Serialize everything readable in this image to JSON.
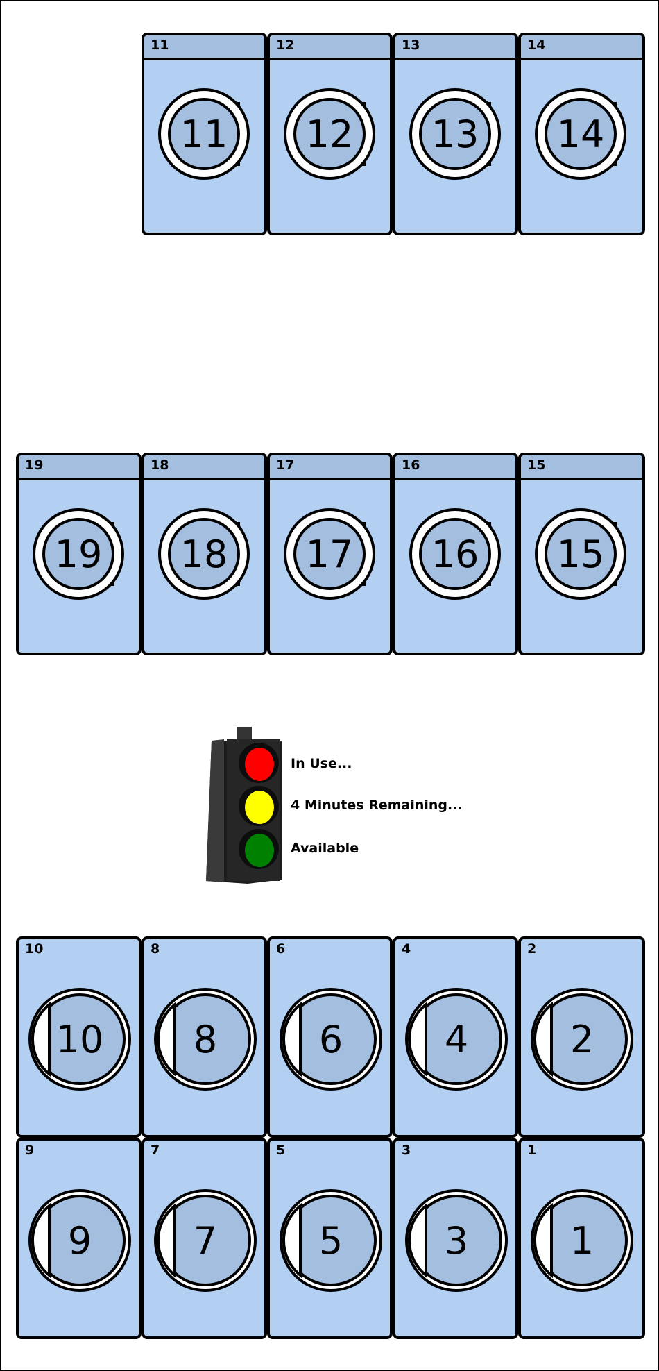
{
  "machines": {
    "dryers_top": [
      {
        "label": "11",
        "number": "11"
      },
      {
        "label": "12",
        "number": "12"
      },
      {
        "label": "13",
        "number": "13"
      },
      {
        "label": "14",
        "number": "14"
      }
    ],
    "dryers_middle": [
      {
        "label": "19",
        "number": "19"
      },
      {
        "label": "18",
        "number": "18"
      },
      {
        "label": "17",
        "number": "17"
      },
      {
        "label": "16",
        "number": "16"
      },
      {
        "label": "15",
        "number": "15"
      }
    ],
    "washers_upper": [
      {
        "label": "10",
        "number": "10"
      },
      {
        "label": "8",
        "number": "8"
      },
      {
        "label": "6",
        "number": "6"
      },
      {
        "label": "4",
        "number": "4"
      },
      {
        "label": "2",
        "number": "2"
      }
    ],
    "washers_lower": [
      {
        "label": "9",
        "number": "9"
      },
      {
        "label": "7",
        "number": "7"
      },
      {
        "label": "5",
        "number": "5"
      },
      {
        "label": "3",
        "number": "3"
      },
      {
        "label": "1",
        "number": "1"
      }
    ]
  },
  "legend": {
    "in_use": "In Use...",
    "remaining": "4 Minutes Remaining...",
    "available": "Available"
  },
  "colors": {
    "machine_body": "#b3cff2",
    "machine_header": "#a3bedf",
    "door_window": "#a3bedf",
    "light_red": "#ff0000",
    "light_yellow": "#ffff00",
    "light_green": "#008000"
  }
}
